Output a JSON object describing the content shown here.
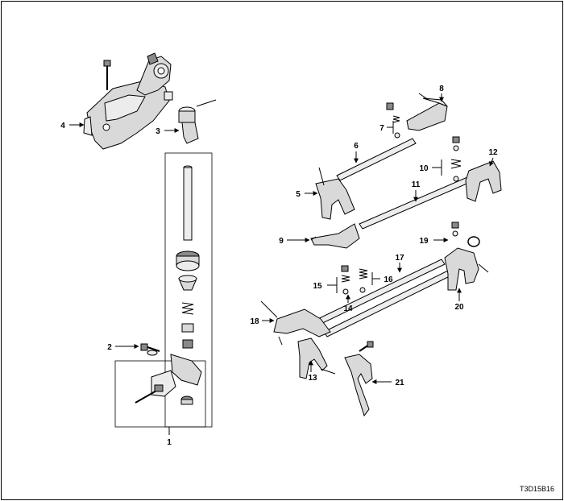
{
  "diagram": {
    "callouts": [
      {
        "id": "c1",
        "label": "1"
      },
      {
        "id": "c2",
        "label": "2"
      },
      {
        "id": "c3",
        "label": "3"
      },
      {
        "id": "c4",
        "label": "4"
      },
      {
        "id": "c5",
        "label": "5"
      },
      {
        "id": "c6",
        "label": "6"
      },
      {
        "id": "c7",
        "label": "7"
      },
      {
        "id": "c8",
        "label": "8"
      },
      {
        "id": "c9",
        "label": "9"
      },
      {
        "id": "c10",
        "label": "10"
      },
      {
        "id": "c11",
        "label": "11"
      },
      {
        "id": "c12",
        "label": "12"
      },
      {
        "id": "c13",
        "label": "13"
      },
      {
        "id": "c14",
        "label": "14"
      },
      {
        "id": "c15",
        "label": "15"
      },
      {
        "id": "c16",
        "label": "16"
      },
      {
        "id": "c17",
        "label": "17"
      },
      {
        "id": "c18",
        "label": "18"
      },
      {
        "id": "c19",
        "label": "19"
      },
      {
        "id": "c20",
        "label": "20"
      },
      {
        "id": "c21",
        "label": "21"
      }
    ],
    "figure_code": "T3D15B16"
  }
}
